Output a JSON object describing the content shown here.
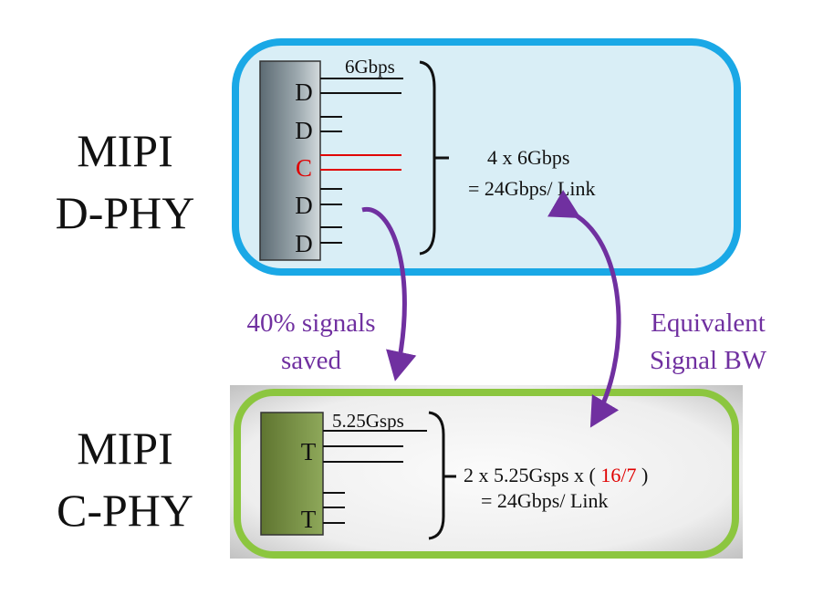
{
  "left_labels": {
    "dphy_line1": "MIPI",
    "dphy_line2": "D-PHY",
    "cphy_line1": "MIPI",
    "cphy_line2": "C-PHY"
  },
  "dphy": {
    "rate_label": "6Gbps",
    "lanes": [
      "D",
      "D",
      "C",
      "D",
      "D"
    ],
    "calc_line1": "4 x 6Gbps",
    "calc_line2": "= 24Gbps/ Link"
  },
  "cphy": {
    "rate_label": "5.25Gsps",
    "trios": [
      "T",
      "T"
    ],
    "calc_prefix": "2 x 5.25Gsps x ( ",
    "calc_ratio": "16/7",
    "calc_suffix": " )",
    "calc_line2": "= 24Gbps/ Link"
  },
  "annotations": {
    "saved_line1": "40% signals",
    "saved_line2": "saved",
    "equiv_line1": "Equivalent",
    "equiv_line2": "Signal BW"
  },
  "colors": {
    "dphy_border": "#1aa8e6",
    "dphy_fill": "#d9eef6",
    "cphy_border": "#8cc63f",
    "arrow": "#7030a0",
    "clock_lane": "#e00000"
  }
}
